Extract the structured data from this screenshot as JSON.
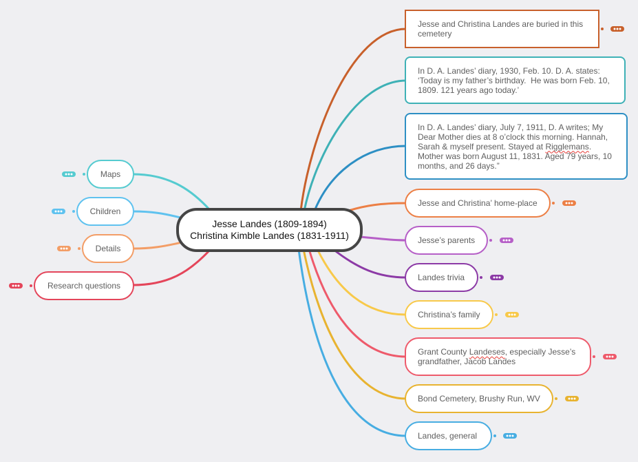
{
  "canvas": {
    "background": "#efeff2"
  },
  "spellcheck": {
    "underline_color": "#e53935"
  },
  "icons": {
    "collapsed_indicator": "more-dots-icon"
  },
  "root": {
    "line1": "Jesse Landes (1809-1894)",
    "line2": "Christina Kimble Landes (1831-1911)",
    "color": "#454545"
  },
  "left_branches": [
    {
      "label": "Maps",
      "color": "#55cbd0",
      "collapsed": true
    },
    {
      "label": "Children",
      "color": "#5fc2ef",
      "collapsed": true
    },
    {
      "label": "Details",
      "color": "#f39d66",
      "collapsed": true
    },
    {
      "label": "Research questions",
      "color": "#e4455a",
      "collapsed": true
    }
  ],
  "right_branches": [
    {
      "label": "Jesse and Christina Landes are buried in this cemetery",
      "color": "#c8602b",
      "collapsed": true
    },
    {
      "label": "In D. A. Landes’ diary, 1930, Feb. 10. D. A. states: ‘Today is my father’s birthday.  He was born Feb. 10, 1809. 121 years ago today.’",
      "color": "#3eb1b6",
      "collapsed": false
    },
    {
      "label_before": "In D. A. Landes’ diary, July 7, 1911, D. A writes; My Dear Mother dies at 8 o’clock this morning. Hannah, Sarah & myself present. Stayed at ",
      "label_flagged": "Rigglemans",
      "label_after": ". Mother was born August 11, 1831. Aged 79 years, 10 months, and 26 days.”",
      "color": "#2d8fc4",
      "collapsed": false
    },
    {
      "label": "Jesse and Christina’ home-place",
      "color": "#ec7f45",
      "collapsed": true
    },
    {
      "label": "Jesse’s parents",
      "color": "#b65fc7",
      "collapsed": true
    },
    {
      "label": "Landes trivia",
      "color": "#8c3aa6",
      "collapsed": true
    },
    {
      "label": "Christina’s family",
      "color": "#f8c94a",
      "collapsed": true
    },
    {
      "label_before": "Grant County ",
      "label_flagged": "Landeses",
      "label_after": ", especially Jesse’s grandfather, Jacob Landes",
      "color": "#ee5a6b",
      "collapsed": true
    },
    {
      "label": "Bond Cemetery, Brushy Run, WV",
      "color": "#e8b330",
      "collapsed": true
    },
    {
      "label": "Landes, general",
      "color": "#47ade2",
      "collapsed": true
    }
  ]
}
